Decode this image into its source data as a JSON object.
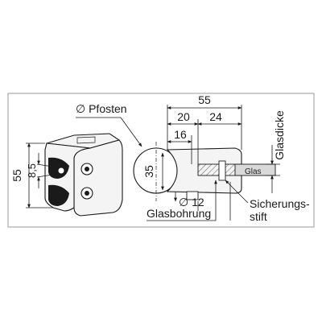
{
  "labels": {
    "post_diameter": "∅ Pfosten",
    "dim_55_top": "55",
    "dim_20": "20",
    "dim_24": "24",
    "dim_16": "16",
    "dim_35": "35",
    "dim_12": "∅ 12",
    "glass_thickness": "Glasdicke",
    "glass": "Glas",
    "drilling": "Glasbohrung",
    "safety_pin_1": "Sicherungs-",
    "safety_pin_2": "stift",
    "dim_55_left": "55",
    "dim_8_5": "8,5"
  },
  "colors": {
    "line": "#1a1a1a",
    "frame": "#999999",
    "part_fill": "#f4f4f4",
    "glass_fill": "#d9d9d9"
  }
}
